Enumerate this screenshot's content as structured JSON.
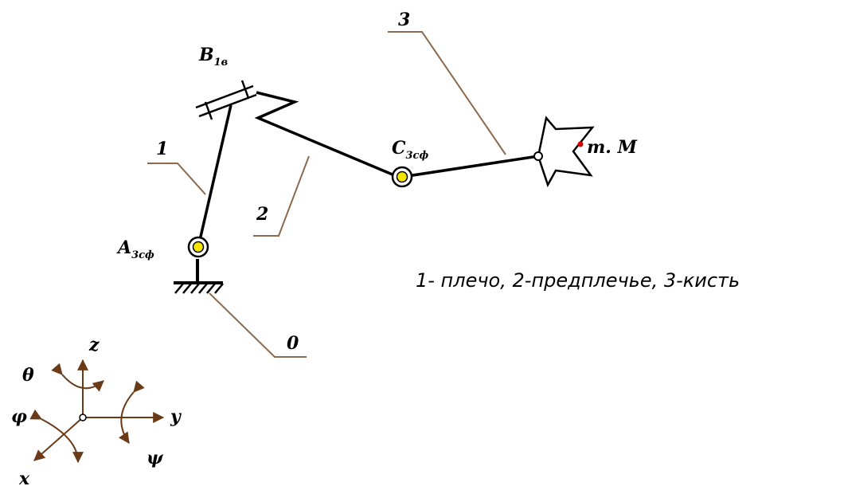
{
  "labels": {
    "link_3": "3",
    "joint_B": "B",
    "joint_B_sub": "1в",
    "link_1": "1",
    "joint_C": "C",
    "joint_C_sub": "3сф",
    "point_M": "т. M",
    "link_2": "2",
    "joint_A": "A",
    "joint_A_sub": "3сф",
    "link_0": "0"
  },
  "legend": {
    "text": "1- плечо, 2-предплечье, 3-кисть"
  },
  "axes": {
    "z": "z",
    "theta": "θ",
    "phi": "φ",
    "y": "y",
    "psi": "ψ",
    "x": "x"
  },
  "colors": {
    "link": "#000000",
    "leader": "#8b6a4f",
    "joint_fill": "#f5e600",
    "point_m": "#d40000",
    "axis_arrow": "#6b3a16"
  }
}
